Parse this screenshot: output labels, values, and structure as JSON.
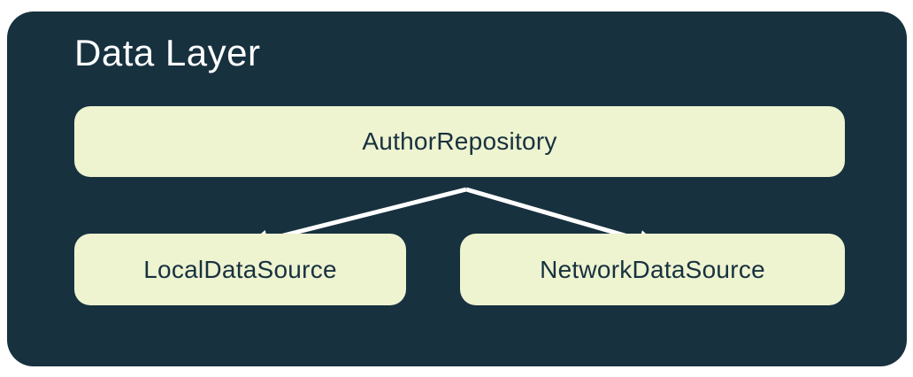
{
  "diagram": {
    "title": "Data Layer",
    "nodes": {
      "repository": {
        "label": "AuthorRepository"
      },
      "local": {
        "label": "LocalDataSource"
      },
      "network": {
        "label": "NetworkDataSource"
      }
    },
    "edges": [
      {
        "from": "AuthorRepository",
        "to": "LocalDataSource"
      },
      {
        "from": "AuthorRepository",
        "to": "NetworkDataSource"
      }
    ],
    "colors": {
      "page_background": "#ffffff",
      "container_background": "#17313f",
      "node_background": "#eef3d0",
      "node_text": "#17313f",
      "title_text": "#ffffff",
      "arrow": "#ffffff"
    }
  }
}
